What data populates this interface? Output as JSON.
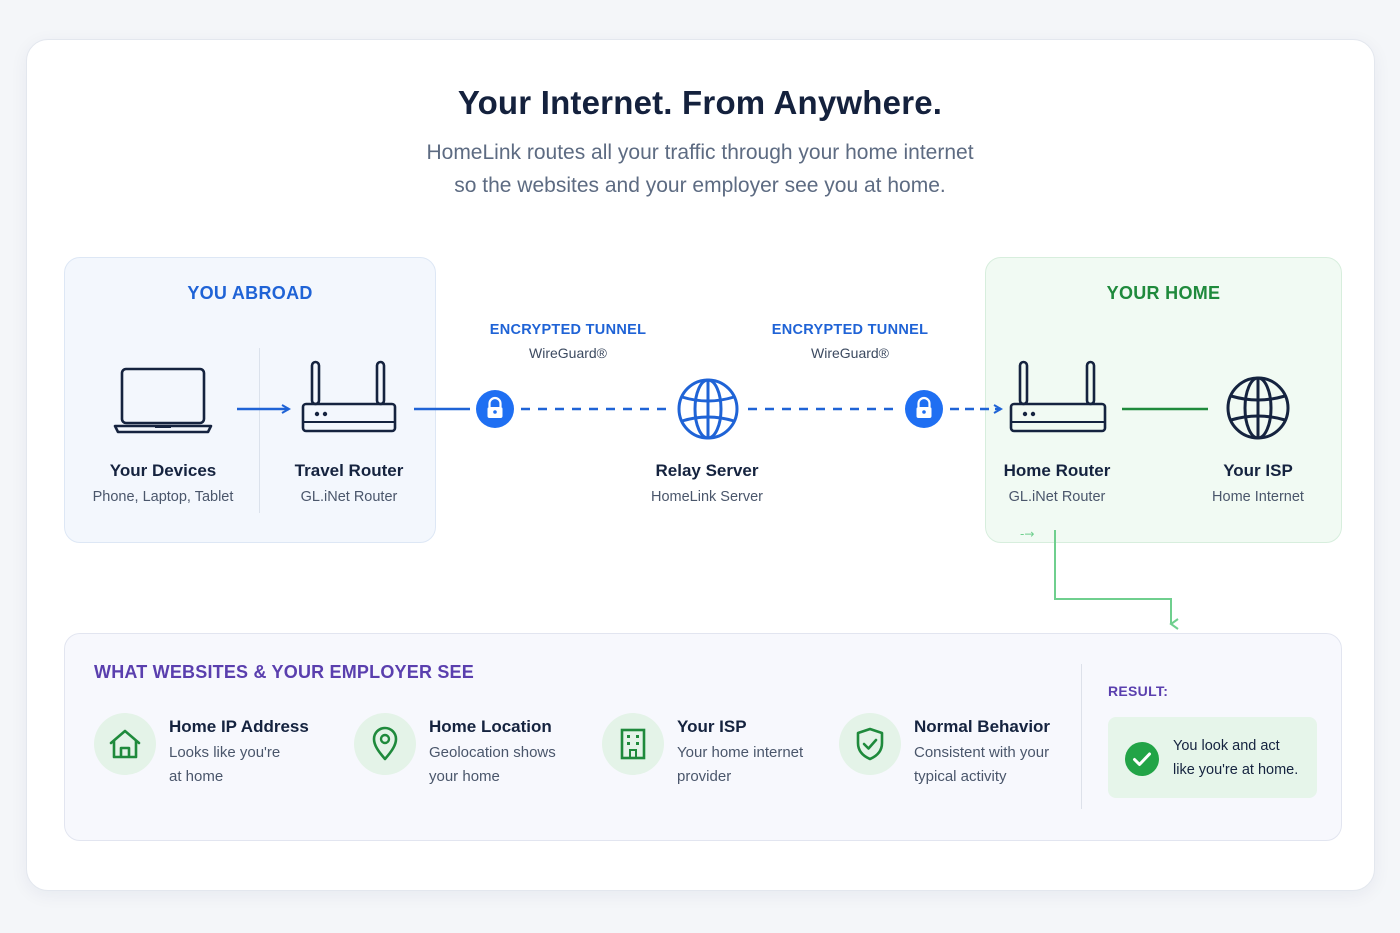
{
  "header": {
    "title": "Your Internet. From Anywhere.",
    "subtitle_line1": "HomeLink routes all your traffic through your home internet",
    "subtitle_line2": "so the websites and your employer see you at home."
  },
  "colors": {
    "tunnel_blue": "#1f63d6",
    "home_green": "#1f8a3c",
    "see_purple": "#5a3fae"
  },
  "diagram": {
    "abroad": {
      "title": "YOU ABROAD",
      "nodes": [
        {
          "icon": "laptop-icon",
          "label": "Your Devices",
          "sub": "Phone, Laptop, Tablet"
        },
        {
          "icon": "router-icon",
          "label": "Travel Router",
          "sub": "GL.iNet Router"
        }
      ]
    },
    "tunnels": [
      {
        "title": "ENCRYPTED TUNNEL",
        "sub": "WireGuard®",
        "icon": "lock-icon"
      },
      {
        "title": "ENCRYPTED TUNNEL",
        "sub": "WireGuard®",
        "icon": "lock-icon"
      }
    ],
    "relay": {
      "icon": "globe-icon",
      "label": "Relay Server",
      "sub": "HomeLink Server"
    },
    "home": {
      "title": "YOUR HOME",
      "nodes": [
        {
          "icon": "router-icon",
          "label": "Home Router",
          "sub": "GL.iNet Router"
        },
        {
          "icon": "globe-icon",
          "label": "Your ISP",
          "sub": "Home Internet"
        }
      ]
    }
  },
  "what_they_see": {
    "title": "WHAT WEBSITES & YOUR EMPLOYER SEE",
    "features": [
      {
        "icon": "house-icon",
        "title": "Home IP Address",
        "desc_line1": "Looks like you're",
        "desc_line2": "at home"
      },
      {
        "icon": "location-pin-icon",
        "title": "Home Location",
        "desc_line1": "Geolocation shows",
        "desc_line2": "your home"
      },
      {
        "icon": "building-icon",
        "title": "Your ISP",
        "desc_line1": "Your home internet",
        "desc_line2": "provider"
      },
      {
        "icon": "shield-check-icon",
        "title": "Normal Behavior",
        "desc_line1": "Consistent with your",
        "desc_line2": "typical activity"
      }
    ],
    "result": {
      "label": "RESULT:",
      "icon": "check-circle-icon",
      "line1": "You look and act",
      "line2": "like you're at home."
    }
  }
}
